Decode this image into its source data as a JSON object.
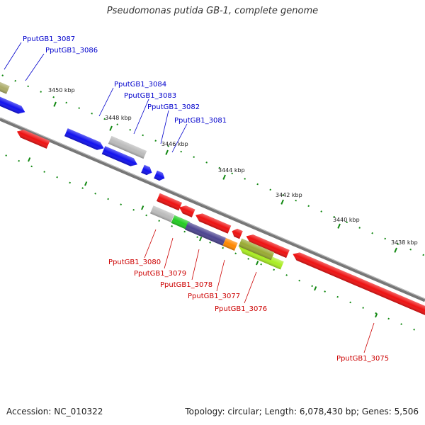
{
  "title": "Pseudomonas putida GB-1, complete genome",
  "footer": {
    "accession": "Accession: NC_010322",
    "topology": "Topology: circular; Length: 6,078,430 bp; Genes: 5,506"
  },
  "colors": {
    "backbone": "#888888",
    "tick": "#118811",
    "forward_label": "#0000cc",
    "reverse_label": "#cc0000",
    "red": "#ee1111",
    "blue": "#1111ee",
    "gray": "#bbbbbb",
    "green": "#22cc22",
    "purple": "#4c4490",
    "orange": "#ff8800",
    "olive": "#99aa33",
    "lime": "#aaee22",
    "khaki": "#aaaa66"
  },
  "ticks": [
    {
      "label": "3450 kbp"
    },
    {
      "label": "3448 kbp"
    },
    {
      "label": "3446 kbp"
    },
    {
      "label": "3444 kbp"
    },
    {
      "label": "3442 kbp"
    },
    {
      "label": "3440 kbp"
    },
    {
      "label": "3438 kbp"
    }
  ],
  "forward_labels": [
    {
      "text": "PputGB1_3087"
    },
    {
      "text": "PputGB1_3086"
    },
    {
      "text": "PputGB1_3084"
    },
    {
      "text": "PputGB1_3083"
    },
    {
      "text": "PputGB1_3082"
    },
    {
      "text": "PputGB1_3081"
    }
  ],
  "reverse_labels": [
    {
      "text": "PputGB1_3080"
    },
    {
      "text": "PputGB1_3079"
    },
    {
      "text": "PputGB1_3078"
    },
    {
      "text": "PputGB1_3077"
    },
    {
      "text": "PputGB1_3076"
    },
    {
      "text": "PputGB1_3075"
    }
  ]
}
